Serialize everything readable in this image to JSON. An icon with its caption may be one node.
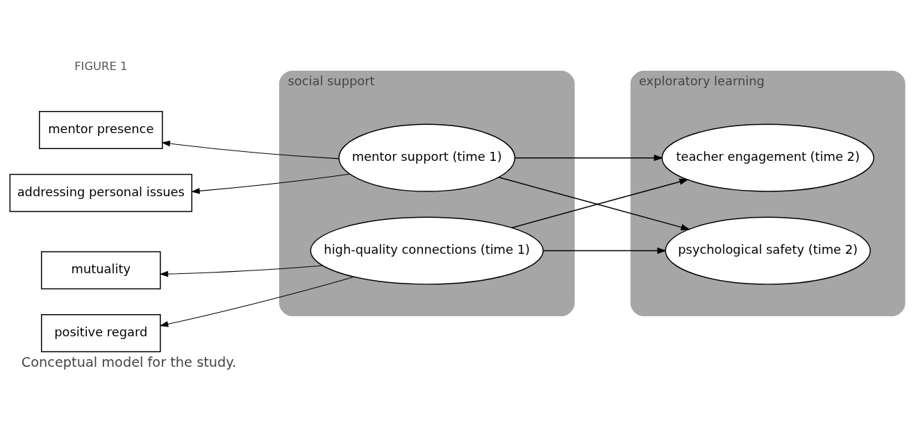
{
  "diagram": {
    "caption": "Conceptual model for the study.",
    "nodes": [
      {
        "text": [
          "social support"
        ]
      },
      {
        "text": [
          "mentor support (time 1)"
        ],
        "in": 0
      },
      {
        "text": [
          "high-quality connections (time 1)"
        ],
        "in": 0
      },
      {
        "text": [
          "exploratory learning"
        ]
      },
      {
        "text": [
          "teacher engagement (time 2)"
        ],
        "in": 3
      },
      {
        "text": [
          "psychological safety (time 2)"
        ],
        "in": 3
      },
      {
        "text": [
          "mentor presence"
        ]
      },
      {
        "text": [
          "addressing personal issues"
        ]
      },
      {
        "text": [
          "mutuality"
        ]
      },
      {
        "text": [
          "positive regard"
        ]
      }
    ],
    "edges": [
      {
        "from": 1,
        "to": 6,
        "arrow": "to"
      },
      {
        "from": 1,
        "to": 7,
        "arrow": "to"
      },
      {
        "from": 1,
        "to": 4,
        "arrow": "to"
      },
      {
        "from": 1,
        "to": 5,
        "arrow": "to"
      },
      {
        "from": 2,
        "to": 8,
        "arrow": "to"
      },
      {
        "from": 2,
        "to": 9,
        "arrow": "to"
      },
      {
        "from": 2,
        "to": 4,
        "arrow": "to"
      },
      {
        "from": 2,
        "to": 5,
        "arrow": "to"
      }
    ],
    "labels": [
      "FIGURE 1"
    ]
  }
}
